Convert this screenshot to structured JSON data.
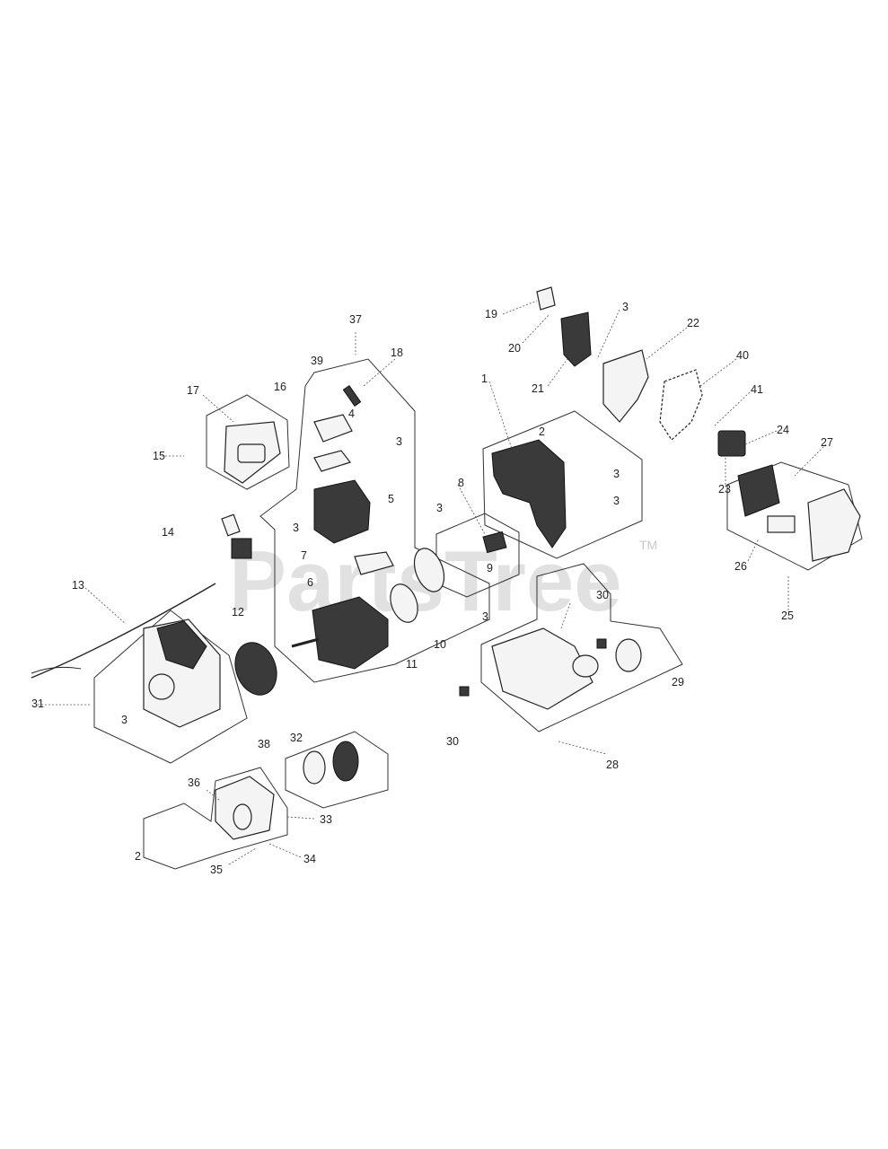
{
  "watermark": {
    "text": "PartsTree",
    "trademark": "TM"
  },
  "callouts": [
    {
      "id": "c19",
      "text": "19"
    },
    {
      "id": "c20",
      "text": "20"
    },
    {
      "id": "c21",
      "text": "21"
    },
    {
      "id": "c3a",
      "text": "3"
    },
    {
      "id": "c22",
      "text": "22"
    },
    {
      "id": "c40",
      "text": "40"
    },
    {
      "id": "c41",
      "text": "41"
    },
    {
      "id": "c24",
      "text": "24"
    },
    {
      "id": "c27",
      "text": "27"
    },
    {
      "id": "c23",
      "text": "23"
    },
    {
      "id": "c26",
      "text": "26"
    },
    {
      "id": "c25",
      "text": "25"
    },
    {
      "id": "c37",
      "text": "37"
    },
    {
      "id": "c39",
      "text": "39"
    },
    {
      "id": "c18",
      "text": "18"
    },
    {
      "id": "c16",
      "text": "16"
    },
    {
      "id": "c17",
      "text": "17"
    },
    {
      "id": "c15",
      "text": "15"
    },
    {
      "id": "c4",
      "text": "4"
    },
    {
      "id": "c3b",
      "text": "3"
    },
    {
      "id": "c5",
      "text": "5"
    },
    {
      "id": "c3c",
      "text": "3"
    },
    {
      "id": "c1",
      "text": "1"
    },
    {
      "id": "c2a",
      "text": "2"
    },
    {
      "id": "c3d",
      "text": "3"
    },
    {
      "id": "c3e",
      "text": "3"
    },
    {
      "id": "c8",
      "text": "8"
    },
    {
      "id": "c3f",
      "text": "3"
    },
    {
      "id": "c9",
      "text": "9"
    },
    {
      "id": "c3g",
      "text": "3"
    },
    {
      "id": "c14",
      "text": "14"
    },
    {
      "id": "c7",
      "text": "7"
    },
    {
      "id": "c6",
      "text": "6"
    },
    {
      "id": "c13",
      "text": "13"
    },
    {
      "id": "c12",
      "text": "12"
    },
    {
      "id": "c30a",
      "text": "30"
    },
    {
      "id": "c10",
      "text": "10"
    },
    {
      "id": "c11",
      "text": "11"
    },
    {
      "id": "c29",
      "text": "29"
    },
    {
      "id": "c31",
      "text": "31"
    },
    {
      "id": "c3h",
      "text": "3"
    },
    {
      "id": "c38",
      "text": "38"
    },
    {
      "id": "c32",
      "text": "32"
    },
    {
      "id": "c30b",
      "text": "30"
    },
    {
      "id": "c28",
      "text": "28"
    },
    {
      "id": "c36",
      "text": "36"
    },
    {
      "id": "c33",
      "text": "33"
    },
    {
      "id": "c2b",
      "text": "2"
    },
    {
      "id": "c34",
      "text": "34"
    },
    {
      "id": "c35",
      "text": "35"
    }
  ]
}
